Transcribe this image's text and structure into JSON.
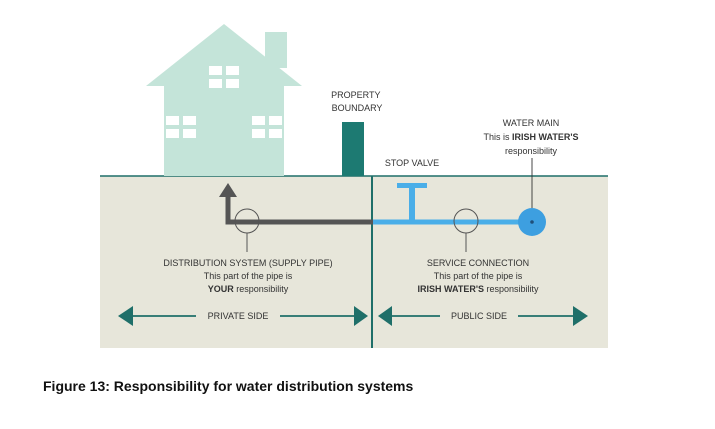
{
  "labels": {
    "property_boundary": [
      "PROPERTY",
      "BOUNDARY"
    ],
    "stop_valve": "STOP VALVE",
    "water_main": {
      "title": "WATER MAIN",
      "line1_prefix": "This is",
      "line1_bold": "IRISH WATER'S",
      "line2": "responsibility"
    },
    "distribution": {
      "title": "DISTRIBUTION SYSTEM (SUPPLY PIPE)",
      "line1": "This part of the pipe is",
      "line2_bold": "YOUR",
      "line2_rest": "responsibility"
    },
    "service": {
      "title": "SERVICE CONNECTION",
      "line1": "This part of the pipe is",
      "line2_bold": "IRISH WATER'S",
      "line2_rest": "responsibility"
    },
    "private_side": "PRIVATE SIDE",
    "public_side": "PUBLIC SIDE"
  },
  "caption": "Figure 13: Responsibility for water distribution systems",
  "colors": {
    "ground": "#e7e6da",
    "house": "#c4e4d9",
    "boundary_post": "#1d7a72",
    "teal": "#1f6f69",
    "private_pipe": "#555555",
    "public_pipe": "#4aaee8",
    "main_fill": "#3d9fe0"
  }
}
